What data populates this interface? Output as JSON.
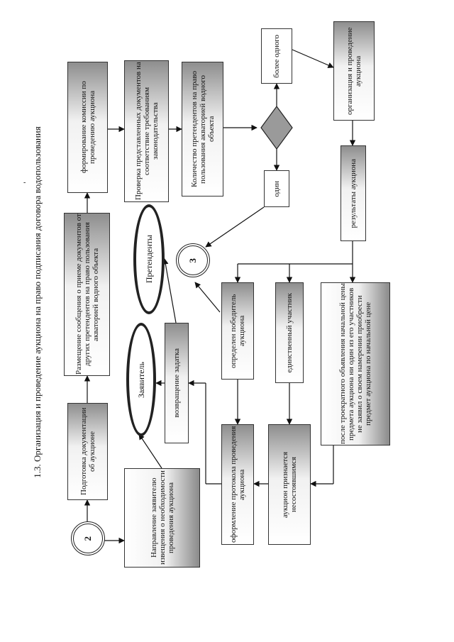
{
  "title": "1.3. Организация и проведение аукциона на право подписания договора водопользования",
  "stray_mark": "-",
  "connectors": {
    "circle_2": "2",
    "circle_3": "3"
  },
  "decision": {
    "more_than_one": "более одного",
    "one": "один"
  },
  "boxes": {
    "form_commission": "формирование комиссии по проведению аукциона",
    "check_documents": "Проверка представленных документов на соответствие требованиям законодательства",
    "count_applicants": "Количество претендентов на право пользования акваторией водного объекта",
    "organize_auction": "организация и проведение аукциона",
    "auction_results": "результаты аукциона",
    "post_message": "Размещение сообщения о приеме документов от других претендентов на право пользования акваторией водного объекта",
    "prepare_docs": "Подготовка документации об аукционе",
    "send_notice": "Направление заявителю извещения о необходимости проведения аукциона",
    "return_deposit": "возвращение задатка",
    "winner_determined": "определен победитель аукциона",
    "sole_participant": "единственный участник",
    "after_three": "после троекратного объявления начальной цены предмета аукциона ни один из его участников не заявил о своем намерении приобрести предмет аукциона по начальной цене",
    "draw_protocol": "оформление протокола проведения аукциона",
    "auction_failed": "аукцион признается несостоявшимся"
  },
  "ellipses": {
    "applicant": "Заявитель",
    "candidates": "Претенденты"
  }
}
